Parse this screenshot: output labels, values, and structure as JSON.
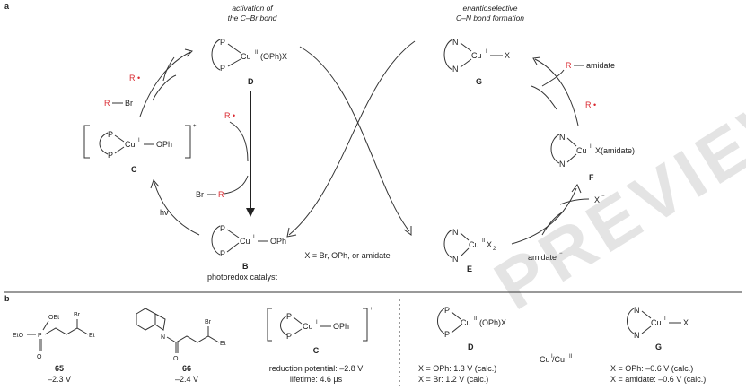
{
  "panels": {
    "a": "a",
    "b": "b"
  },
  "headers": {
    "activation_line1": "activation of",
    "activation_line2": "the C–Br bond",
    "enantio_line1": "enantioselective",
    "enantio_line2": "C–N bond formation"
  },
  "atoms": {
    "P": "P",
    "N": "N",
    "Cu": "Cu",
    "I": "I",
    "II": "II",
    "OPh": "OPh",
    "X": "X",
    "two": "2",
    "plus": "+",
    "minus": "−"
  },
  "species": {
    "D": {
      "label": "D",
      "ligand_text": "(OPh)X"
    },
    "C": {
      "label": "C"
    },
    "B": {
      "label": "B",
      "caption": "photoredox catalyst"
    },
    "G": {
      "label": "G"
    },
    "F": {
      "label": "F",
      "ligand_text": "X(amidate)"
    },
    "E": {
      "label": "E"
    }
  },
  "reagents": {
    "R_radical": "R •",
    "R": "R",
    "Br": "Br",
    "amidate_product": "amidate",
    "hv": "hν",
    "X_minus": "X",
    "amidate_anion": "amidate",
    "x_legend": "X = Br, OPh, or amidate"
  },
  "panel_b": {
    "c65": {
      "label": "65",
      "value": "–2.3 V",
      "subst": [
        "OEt",
        "EtO",
        "O",
        "P",
        "Br",
        "Et"
      ]
    },
    "c66": {
      "label": "66",
      "value": "–2.4 V",
      "subst": [
        "N",
        "O",
        "Br",
        "Et"
      ]
    },
    "C": {
      "label": "C",
      "line1": "reduction potential: –2.8 V",
      "line2": "lifetime: 4.6 μs"
    },
    "D": {
      "label": "D",
      "line1": "X = OPh: 1.3 V (calc.)",
      "line2": "X = Br: 1.2 V (calc.)"
    },
    "mid": "Cu /Cu",
    "G": {
      "label": "G",
      "line1": "X = OPh: –0.6 V (calc.)",
      "line2": "X = amidate: –0.6 V (calc.)"
    }
  },
  "watermark": "PREVIEW"
}
